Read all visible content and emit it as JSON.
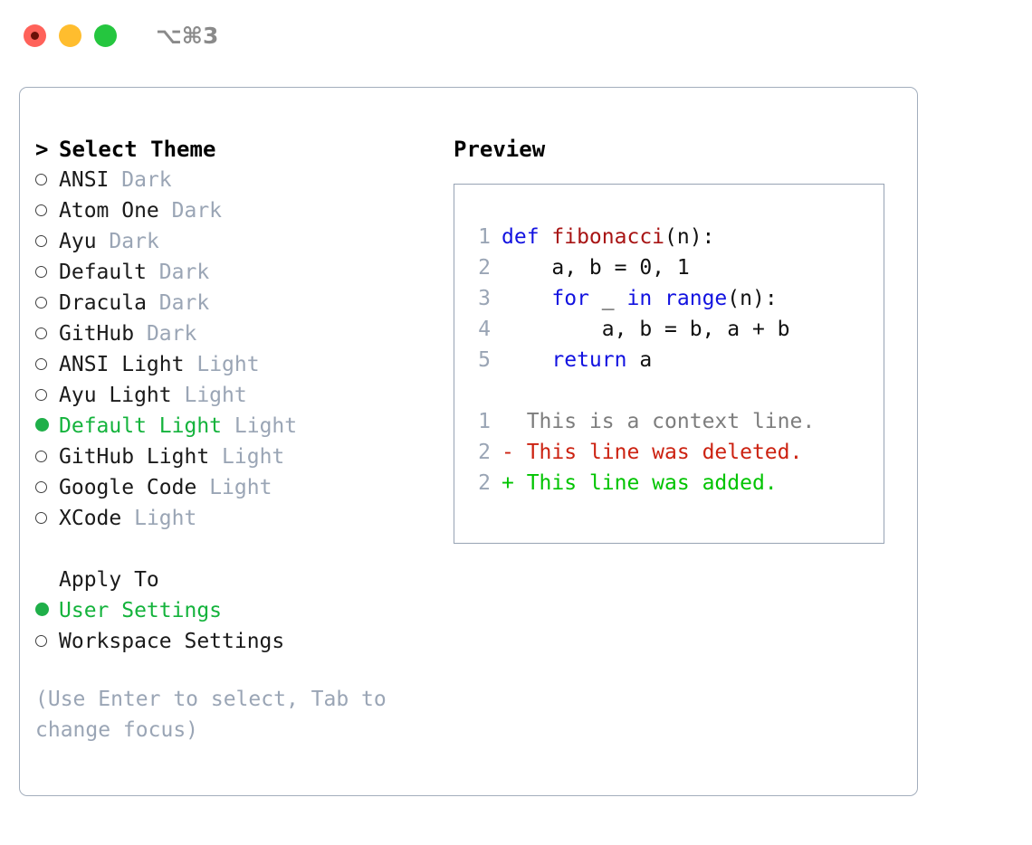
{
  "titlebar": {
    "shortcut": "⌥⌘3",
    "buttons": [
      {
        "name": "close",
        "color": "#ff625a"
      },
      {
        "name": "minimize",
        "color": "#ffbd2e"
      },
      {
        "name": "maximize",
        "color": "#25c63f"
      }
    ]
  },
  "colors": {
    "selection_green": "#14b33c",
    "bullet_green": "#1faf49",
    "dim_gray": "#9aa5b5",
    "keyword_blue": "#1212e0",
    "function_red": "#a81414",
    "diff_delete_red": "#cc2211",
    "diff_add_green": "#00c400",
    "border_gray": "#a3aebd"
  },
  "theme_panel": {
    "header": {
      "prefix": "> ",
      "label": "Select Theme"
    },
    "items": [
      {
        "marker": "hollow",
        "name": "ANSI",
        "category": "Dark",
        "selected": false
      },
      {
        "marker": "hollow",
        "name": "Atom One",
        "category": "Dark",
        "selected": false
      },
      {
        "marker": "hollow",
        "name": "Ayu",
        "category": "Dark",
        "selected": false
      },
      {
        "marker": "hollow",
        "name": "Default",
        "category": "Dark",
        "selected": false
      },
      {
        "marker": "hollow",
        "name": "Dracula",
        "category": "Dark",
        "selected": false
      },
      {
        "marker": "hollow",
        "name": "GitHub",
        "category": "Dark",
        "selected": false
      },
      {
        "marker": "hollow",
        "name": "ANSI Light",
        "category": "Light",
        "selected": false
      },
      {
        "marker": "hollow",
        "name": "Ayu Light",
        "category": "Light",
        "selected": false
      },
      {
        "marker": "filled",
        "name": "Default Light",
        "category": "Light",
        "selected": true
      },
      {
        "marker": "hollow",
        "name": "GitHub Light",
        "category": "Light",
        "selected": false
      },
      {
        "marker": "hollow",
        "name": "Google Code",
        "category": "Light",
        "selected": false
      },
      {
        "marker": "hollow",
        "name": "XCode",
        "category": "Light",
        "selected": false
      }
    ],
    "apply_to": {
      "label": "Apply To",
      "options": [
        {
          "marker": "filled",
          "label": "User Settings",
          "selected": true
        },
        {
          "marker": "hollow",
          "label": "Workspace Settings",
          "selected": false
        }
      ]
    },
    "hint": "(Use Enter to select, Tab to change focus)"
  },
  "preview": {
    "title": "Preview",
    "code_lines": [
      {
        "no": "1",
        "indent": "",
        "tokens": [
          {
            "t": "def ",
            "c": "kw"
          },
          {
            "t": "fibonacci",
            "c": "fn"
          },
          {
            "t": "(n):",
            "c": "plain"
          }
        ]
      },
      {
        "no": "2",
        "indent": "    ",
        "tokens": [
          {
            "t": "a, b = 0, 1",
            "c": "plain"
          }
        ]
      },
      {
        "no": "3",
        "indent": "    ",
        "tokens": [
          {
            "t": "for ",
            "c": "kw"
          },
          {
            "t": "_ ",
            "c": "plain"
          },
          {
            "t": "in ",
            "c": "kw"
          },
          {
            "t": "range",
            "c": "kw"
          },
          {
            "t": "(n):",
            "c": "plain"
          }
        ]
      },
      {
        "no": "4",
        "indent": "        ",
        "tokens": [
          {
            "t": "a, b = b, a + b",
            "c": "plain"
          }
        ]
      },
      {
        "no": "5",
        "indent": "    ",
        "tokens": [
          {
            "t": "return ",
            "c": "kw"
          },
          {
            "t": "a",
            "c": "plain"
          }
        ]
      }
    ],
    "diff_lines": [
      {
        "no": "1",
        "sign": "  ",
        "text": "This is a context line.",
        "kind": "ctx"
      },
      {
        "no": "2",
        "sign": "- ",
        "text": "This line was deleted.",
        "kind": "del"
      },
      {
        "no": "2",
        "sign": "+ ",
        "text": "This line was added.",
        "kind": "add"
      }
    ]
  }
}
